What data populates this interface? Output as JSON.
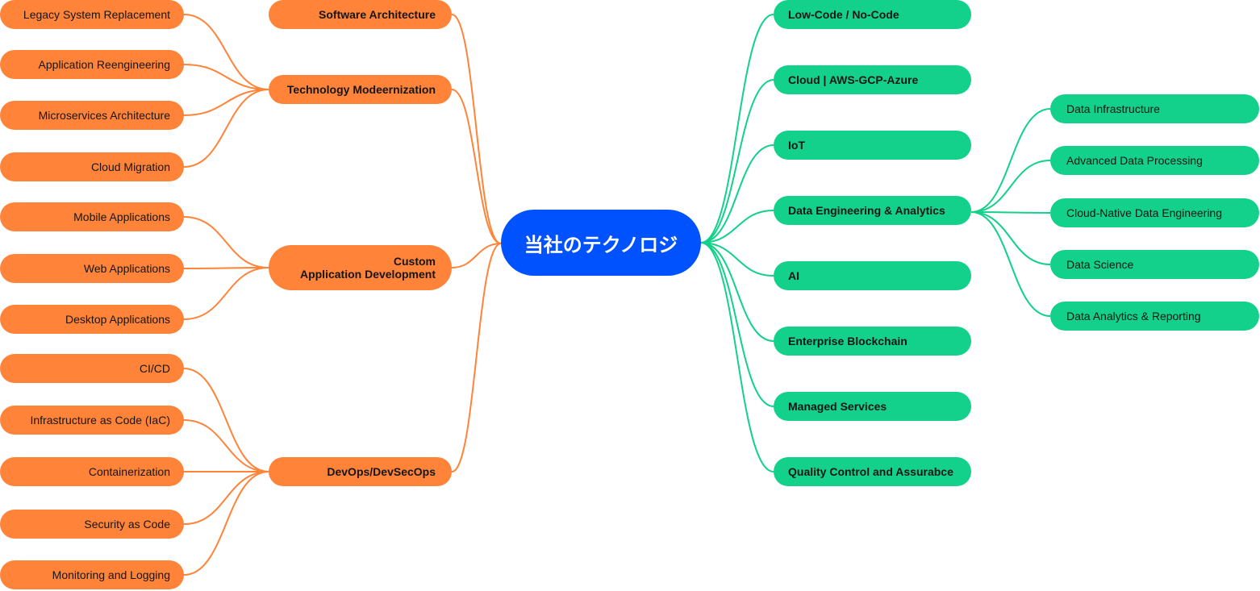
{
  "colors": {
    "orange": "#FF8339",
    "green": "#13D08A",
    "root": "#0052FF"
  },
  "root": {
    "label": "当社のテクノロジ"
  },
  "left_branches": [
    {
      "label": "Software Architecture",
      "children": []
    },
    {
      "label": "Technology Modeernization",
      "children": [
        "Legacy System Replacement",
        "Application Reengineering",
        "Microservices Architecture",
        "Cloud Migration"
      ]
    },
    {
      "label": "Custom\nApplication Development",
      "children": [
        "Mobile Applications",
        "Web Applications",
        "Desktop Applications"
      ]
    },
    {
      "label": "DevOps/DevSecOps",
      "children": [
        "CI/CD",
        "Infrastructure as Code (IaC)",
        "Containerization",
        "Security as Code",
        "Monitoring and Logging"
      ]
    }
  ],
  "right_branches": [
    {
      "label": "Low-Code / No-Code",
      "children": []
    },
    {
      "label": "Cloud | AWS-GCP-Azure",
      "children": []
    },
    {
      "label": "IoT",
      "children": []
    },
    {
      "label": "Data Engineering & Analytics",
      "children": [
        "Data Infrastructure",
        "Advanced Data Processing",
        "Cloud-Native Data Engineering",
        "Data Science",
        "Data Analytics & Reporting"
      ]
    },
    {
      "label": "AI",
      "children": []
    },
    {
      "label": "Enterprise Blockchain",
      "children": []
    },
    {
      "label": "Managed Services",
      "children": []
    },
    {
      "label": "Quality Control and Assurabce",
      "children": []
    }
  ]
}
